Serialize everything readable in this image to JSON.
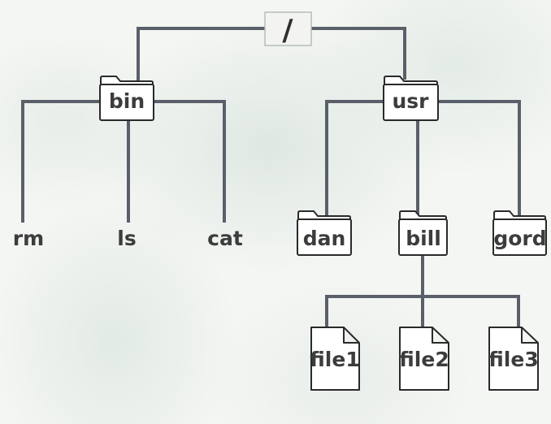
{
  "nodes": {
    "root": "/",
    "bin": "bin",
    "usr": "usr",
    "rm": "rm",
    "ls": "ls",
    "cat": "cat",
    "dan": "dan",
    "bill": "bill",
    "gord": "gord",
    "file1": "file1",
    "file2": "file2",
    "file3": "file3"
  },
  "colors": {
    "line": "#59606a",
    "box_stroke": "#2a2a2a",
    "box_fill": "#ffffff",
    "text": "#3c3c3c"
  },
  "icons": {
    "folder": "folder-icon",
    "file": "file-icon"
  }
}
